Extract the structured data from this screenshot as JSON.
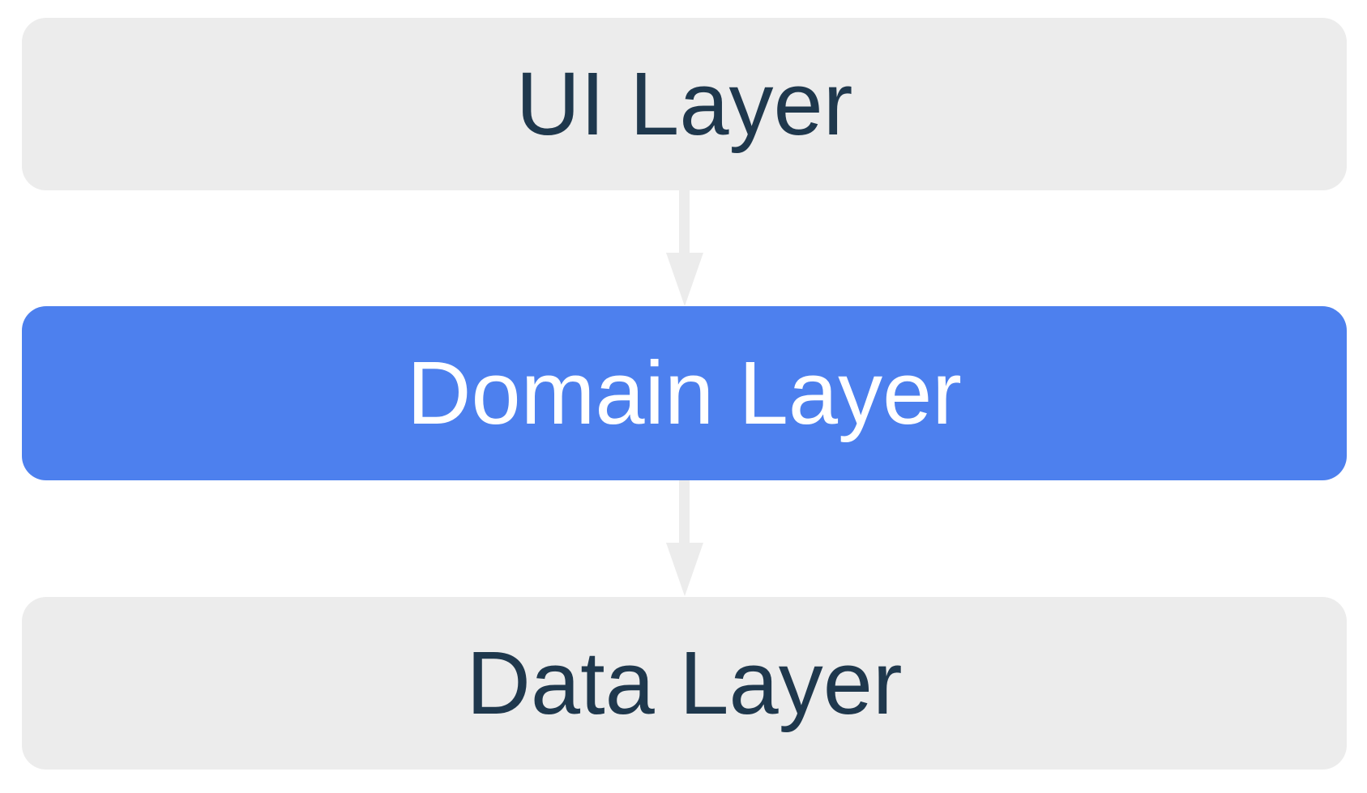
{
  "diagram": {
    "type": "layered-architecture",
    "layers": [
      {
        "name": "ui-layer",
        "label": "UI Layer",
        "highlighted": false
      },
      {
        "name": "domain-layer",
        "label": "Domain Layer",
        "highlighted": true
      },
      {
        "name": "data-layer",
        "label": "Data Layer",
        "highlighted": false
      }
    ],
    "arrows": [
      {
        "from": "UI Layer",
        "to": "Domain Layer",
        "direction": "down"
      },
      {
        "from": "Domain Layer",
        "to": "Data Layer",
        "direction": "down"
      }
    ],
    "colors": {
      "background": "#ffffff",
      "layer_bg": "#ececec",
      "layer_text": "#1f384d",
      "highlight_bg": "#4d80ee",
      "highlight_text": "#ffffff",
      "arrow": "#ececec"
    }
  }
}
